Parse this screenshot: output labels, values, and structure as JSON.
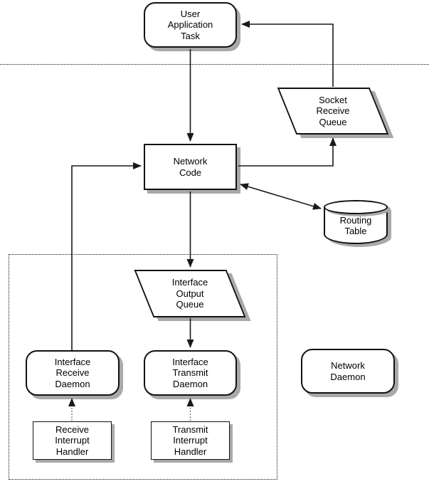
{
  "diagram": {
    "nodes": {
      "user_application_task": {
        "label": "User\nApplication\nTask",
        "shape": "rounded-rect"
      },
      "socket_receive_queue": {
        "label": "Socket\nReceive\nQueue",
        "shape": "parallelogram"
      },
      "network_code": {
        "label": "Network\nCode",
        "shape": "rect"
      },
      "routing_table": {
        "label": "Routing\nTable",
        "shape": "cylinder"
      },
      "interface_output_queue": {
        "label": "Interface\nOutput\nQueue",
        "shape": "parallelogram"
      },
      "interface_receive_daemon": {
        "label": "Interface\nReceive\nDaemon",
        "shape": "rounded-rect"
      },
      "interface_transmit_daemon": {
        "label": "Interface\nTransmit\nDaemon",
        "shape": "rounded-rect"
      },
      "network_daemon": {
        "label": "Network\nDaemon",
        "shape": "rounded-rect"
      },
      "receive_interrupt_handler": {
        "label": "Receive\nInterrupt\nHandler",
        "shape": "rect"
      },
      "transmit_interrupt_handler": {
        "label": "Transmit\nInterrupt\nHandler",
        "shape": "rect"
      }
    },
    "edges": [
      {
        "from": "user_application_task",
        "to": "network_code",
        "style": "solid",
        "arrow": "to"
      },
      {
        "from": "network_code",
        "to": "socket_receive_queue",
        "style": "solid",
        "arrow": "to"
      },
      {
        "from": "socket_receive_queue",
        "to": "user_application_task",
        "style": "solid",
        "arrow": "to"
      },
      {
        "from": "network_code",
        "to": "routing_table",
        "style": "solid",
        "arrow": "both"
      },
      {
        "from": "network_code",
        "to": "interface_output_queue",
        "style": "solid",
        "arrow": "to"
      },
      {
        "from": "interface_output_queue",
        "to": "interface_transmit_daemon",
        "style": "solid",
        "arrow": "to"
      },
      {
        "from": "interface_receive_daemon",
        "to": "network_code",
        "style": "solid",
        "arrow": "to"
      },
      {
        "from": "receive_interrupt_handler",
        "to": "interface_receive_daemon",
        "style": "dotted",
        "arrow": "to"
      },
      {
        "from": "transmit_interrupt_handler",
        "to": "interface_transmit_daemon",
        "style": "dotted",
        "arrow": "to"
      }
    ],
    "regions": {
      "user_kernel_divider": {
        "style": "dotted-horizontal-line"
      },
      "kernel_interface_region": {
        "style": "dotted-rectangle"
      }
    },
    "colors": {
      "background": "#ffffff",
      "node_fill": "#ffffff",
      "line": "#1a1a1a",
      "shadow": "#a9a9a9",
      "text": "#000000"
    }
  }
}
